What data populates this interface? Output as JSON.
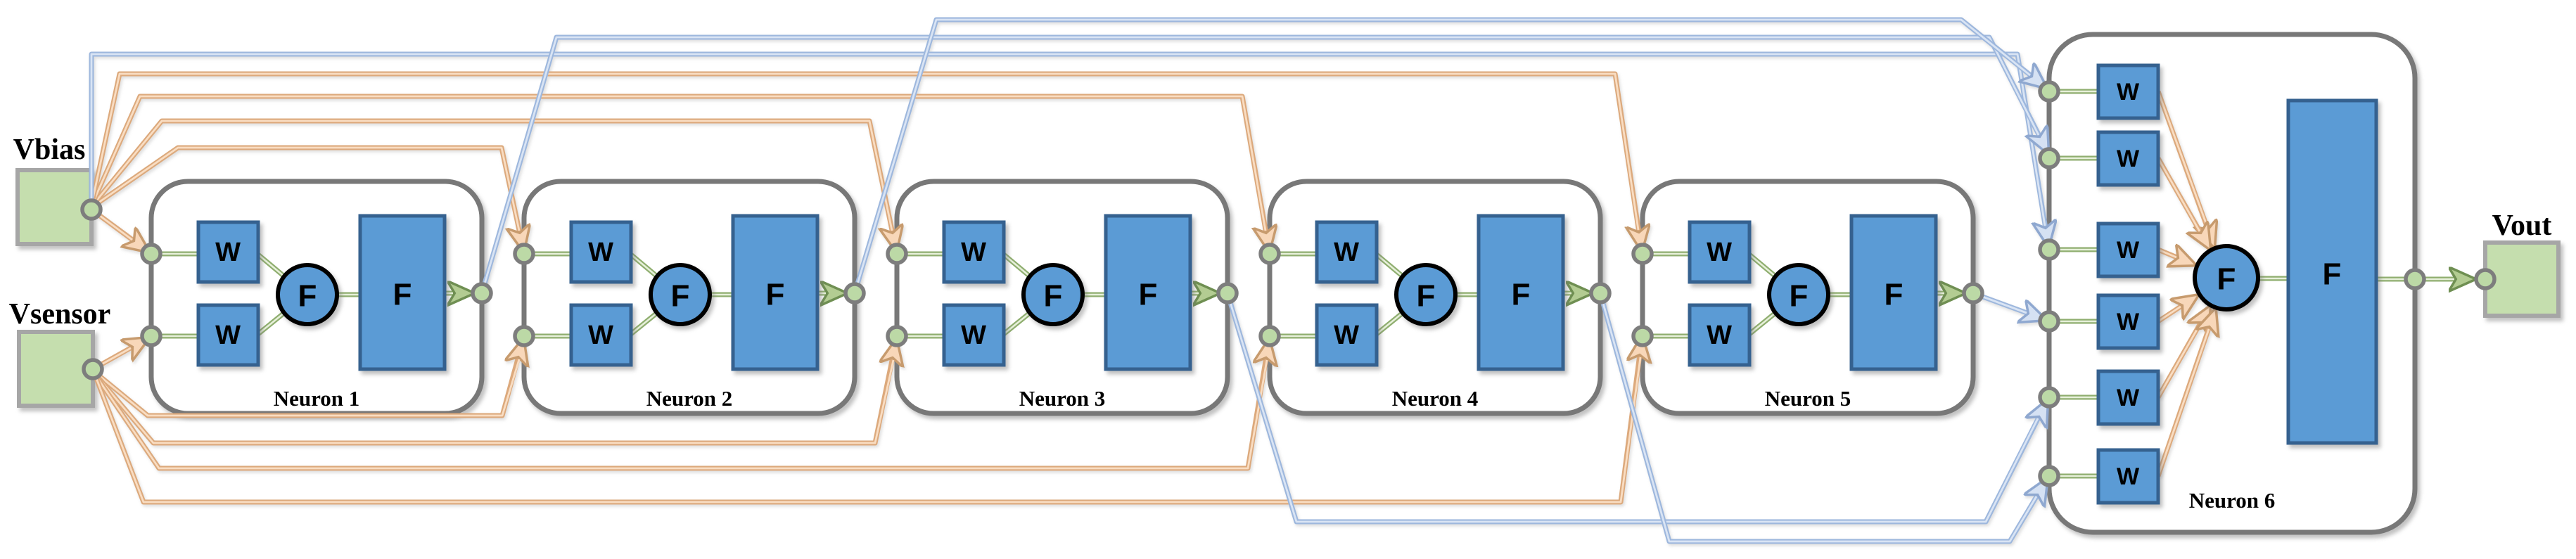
{
  "io_nodes": {
    "vbias": {
      "label": "Vbias"
    },
    "vsensor": {
      "label": "Vsensor"
    },
    "vout": {
      "label": "Vout"
    }
  },
  "neurons": [
    {
      "label": "Neuron 1"
    },
    {
      "label": "Neuron 2"
    },
    {
      "label": "Neuron 3"
    },
    {
      "label": "Neuron 4"
    },
    {
      "label": "Neuron 5"
    },
    {
      "label": "Neuron 6"
    }
  ],
  "blocks": {
    "weight_label": "W",
    "function_label": "F"
  },
  "connections": [
    {
      "from": "Vbias",
      "to": "Neuron 1",
      "color": "orange"
    },
    {
      "from": "Vbias",
      "to": "Neuron 2",
      "color": "orange"
    },
    {
      "from": "Vbias",
      "to": "Neuron 3",
      "color": "orange"
    },
    {
      "from": "Vbias",
      "to": "Neuron 4",
      "color": "orange"
    },
    {
      "from": "Vbias",
      "to": "Neuron 5",
      "color": "orange"
    },
    {
      "from": "Vbias",
      "to": "Neuron 6",
      "color": "blue"
    },
    {
      "from": "Vsensor",
      "to": "Neuron 1",
      "color": "orange"
    },
    {
      "from": "Vsensor",
      "to": "Neuron 2",
      "color": "orange"
    },
    {
      "from": "Vsensor",
      "to": "Neuron 3",
      "color": "orange"
    },
    {
      "from": "Vsensor",
      "to": "Neuron 4",
      "color": "orange"
    },
    {
      "from": "Vsensor",
      "to": "Neuron 5",
      "color": "orange"
    },
    {
      "from": "Neuron 1",
      "to": "Neuron 6",
      "color": "blue"
    },
    {
      "from": "Neuron 2",
      "to": "Neuron 6",
      "color": "blue"
    },
    {
      "from": "Neuron 3",
      "to": "Neuron 6",
      "color": "blue"
    },
    {
      "from": "Neuron 4",
      "to": "Neuron 6",
      "color": "blue"
    },
    {
      "from": "Neuron 5",
      "to": "Neuron 6",
      "color": "blue"
    },
    {
      "from": "Neuron 6",
      "to": "Vout",
      "color": "green"
    }
  ],
  "colors": {
    "node_fill": "#c5deae",
    "node_border": "#a6a6a6",
    "block_fill": "#5b9bd5",
    "block_border": "#35618f",
    "box_border": "#787878",
    "port_fill": "#bcd9a6",
    "port_ring": "#7d7d7d",
    "wire_green": "#8fae6f",
    "wire_green_light": "#e7f0da",
    "wire_orange": "#dca97c",
    "wire_orange_light": "#f9ddc2",
    "wire_blue": "#9db7dd",
    "wire_blue_light": "#d9e4f4"
  }
}
